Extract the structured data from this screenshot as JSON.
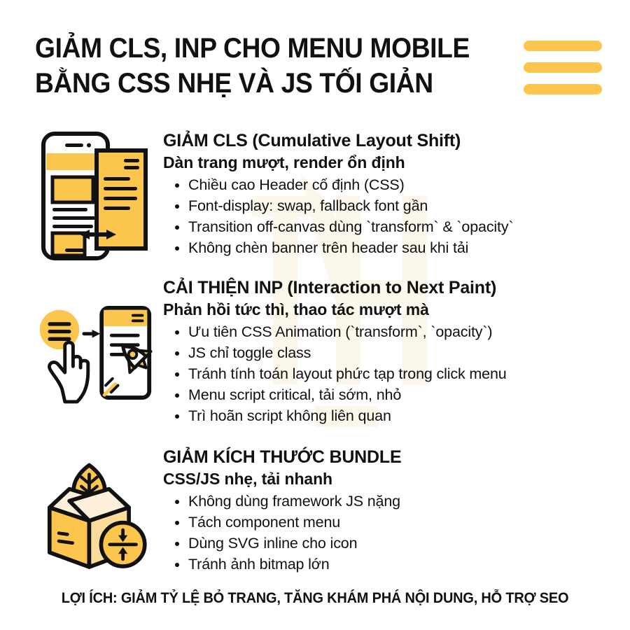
{
  "colors": {
    "accent": "#FCC54D",
    "accent_light": "#FDD889",
    "accent_pale": "#FBE7BE",
    "ink": "#111111",
    "background": "#FFFFFF"
  },
  "header": {
    "title_line_1": "GIẢM CLS, INP CHO MENU MOBILE",
    "title_line_2": "BẰNG CSS NHẸ VÀ JS TỐI GIẢN",
    "menu_icon": "hamburger-menu-icon"
  },
  "sections": [
    {
      "icon": "phone-layout-shift-icon",
      "heading": "GIẢM CLS (Cumulative Layout Shift)",
      "subheading": "Dàn trang mượt, render ổn định",
      "bullets": [
        "Chiều cao Header cố định (CSS)",
        "Font-display: swap, fallback font gần",
        "Transition off-canvas dùng `transform` & `opacity`",
        "Không chèn banner trên header sau khi tải"
      ]
    },
    {
      "icon": "tap-menu-rocket-icon",
      "heading": "CẢI THIỆN INP (Interaction to Next Paint)",
      "subheading": "Phản hồi tức thì, thao tác mượt mà",
      "bullets": [
        "Ưu tiên CSS Animation (`transform`, `opacity`)",
        "JS chỉ toggle class",
        "Tránh tính toán layout phức tạp trong click menu",
        "Menu script critical, tải sớm, nhỏ",
        "Trì hoãn script không liên quan"
      ]
    },
    {
      "icon": "package-compress-icon",
      "heading": "GIẢM KÍCH THƯỚC BUNDLE",
      "subheading": "CSS/JS nhẹ, tải nhanh",
      "bullets": [
        "Không dùng framework JS nặng",
        "Tách component menu",
        "Dùng SVG inline cho icon",
        "Tránh ảnh bitmap lớn"
      ]
    }
  ],
  "footer": {
    "text": "LỢI ÍCH: GIẢM TỶ LỆ BỎ TRANG, TĂNG KHÁM PHÁ NỘI DUNG, HỖ TRỢ SEO"
  }
}
